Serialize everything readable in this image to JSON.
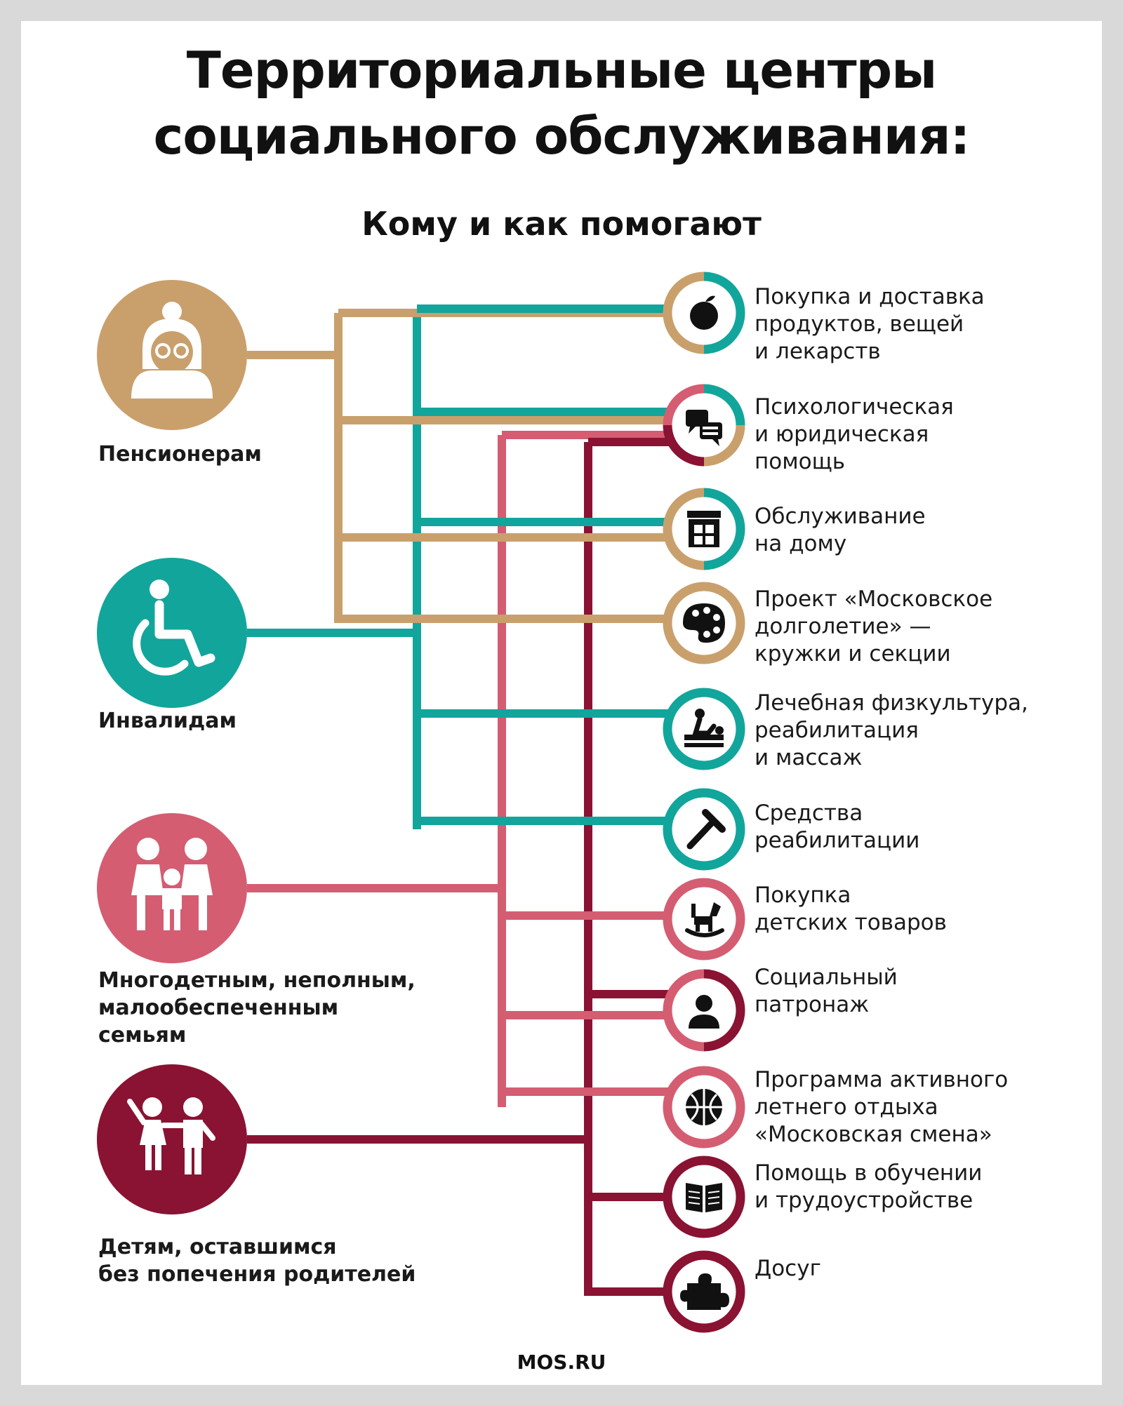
{
  "title_line1": "Территориальные центры",
  "title_line2": "социального обслуживания:",
  "subtitle": "Кому и как помогают",
  "footer": "MOS.RU",
  "colors": {
    "pensioners": "#c9a06c",
    "disabled": "#12a59b",
    "families": "#d45d72",
    "children": "#8a1232"
  },
  "groups": [
    {
      "id": "pensioners",
      "label": "Пенсионерам",
      "icon": "grandmother-icon"
    },
    {
      "id": "disabled",
      "label": "Инвалидам",
      "icon": "wheelchair-icon"
    },
    {
      "id": "families",
      "label": "Многодетным, неполным,\nмалообеспеченным\nсемьям",
      "icon": "family-icon"
    },
    {
      "id": "children",
      "label": "Детям, оставшимся\nбез попечения родителей",
      "icon": "children-icon"
    }
  ],
  "services": [
    {
      "label": "Покупка и доставка\nпродуктов, вещей\nи лекарств",
      "icon": "apple-icon",
      "groups": [
        "disabled",
        "pensioners"
      ]
    },
    {
      "label": "Психологическая\nи юридическая\nпомощь",
      "icon": "chat-icon",
      "groups": [
        "disabled",
        "pensioners",
        "children",
        "families"
      ]
    },
    {
      "label": "Обслуживание\nна дому",
      "icon": "house-icon",
      "groups": [
        "disabled",
        "pensioners"
      ]
    },
    {
      "label": "Проект «Московское\nдолголетие» —\nкружки и секции",
      "icon": "palette-icon",
      "groups": [
        "pensioners"
      ]
    },
    {
      "label": "Лечебная физкультура,\nреабилитация\nи массаж",
      "icon": "massage-icon",
      "groups": [
        "disabled"
      ]
    },
    {
      "label": "Средства\nреабилитации",
      "icon": "cane-icon",
      "groups": [
        "disabled"
      ]
    },
    {
      "label": "Покупка\nдетских товаров",
      "icon": "rocking-horse-icon",
      "groups": [
        "families"
      ]
    },
    {
      "label": "Социальный\nпатронаж",
      "icon": "person-icon",
      "groups": [
        "children",
        "families"
      ]
    },
    {
      "label": "Программа активного\nлетнего отдыха\n«Московская смена»",
      "icon": "basketball-icon",
      "groups": [
        "families"
      ]
    },
    {
      "label": "Помощь в обучении\nи трудоустройстве",
      "icon": "book-icon",
      "groups": [
        "children"
      ]
    },
    {
      "label": "Досуг",
      "icon": "puzzle-icon",
      "groups": [
        "children"
      ]
    }
  ]
}
